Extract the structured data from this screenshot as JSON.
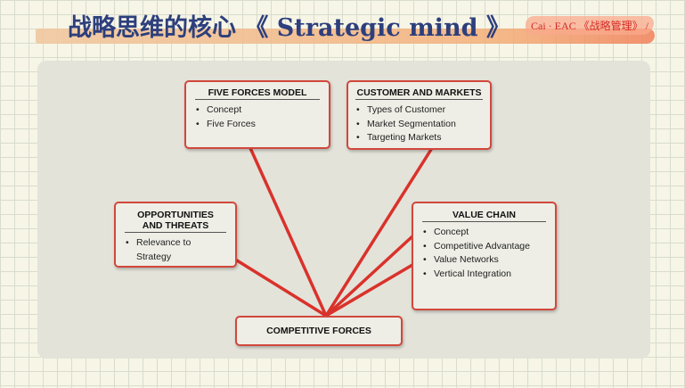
{
  "header": {
    "title": "战略思维的核心 《 Strategic mind 》",
    "badge": "Cai · EAC 《战略管理》 /"
  },
  "diagram": {
    "five_forces": {
      "title": "FIVE FORCES MODEL",
      "items": [
        "Concept",
        "Five Forces"
      ]
    },
    "customer_markets": {
      "title": "CUSTOMER AND MARKETS",
      "items": [
        "Types of Customer",
        "Market Segmentation",
        "Targeting Markets"
      ]
    },
    "opportunities": {
      "title_line1": "OPPORTUNITIES",
      "title_line2": "AND THREATS",
      "items": [
        "Relevance to Strategy"
      ]
    },
    "value_chain": {
      "title": "VALUE CHAIN",
      "items": [
        "Concept",
        "Competitive Advantage",
        "Value Networks",
        "Vertical Integration"
      ]
    },
    "center": {
      "label": "COMPETITIVE FORCES"
    }
  },
  "colors": {
    "connector": "#d9322b",
    "box_border": "#d2473c",
    "title_text": "#2d3f7c",
    "badge_text": "#d42a24"
  }
}
